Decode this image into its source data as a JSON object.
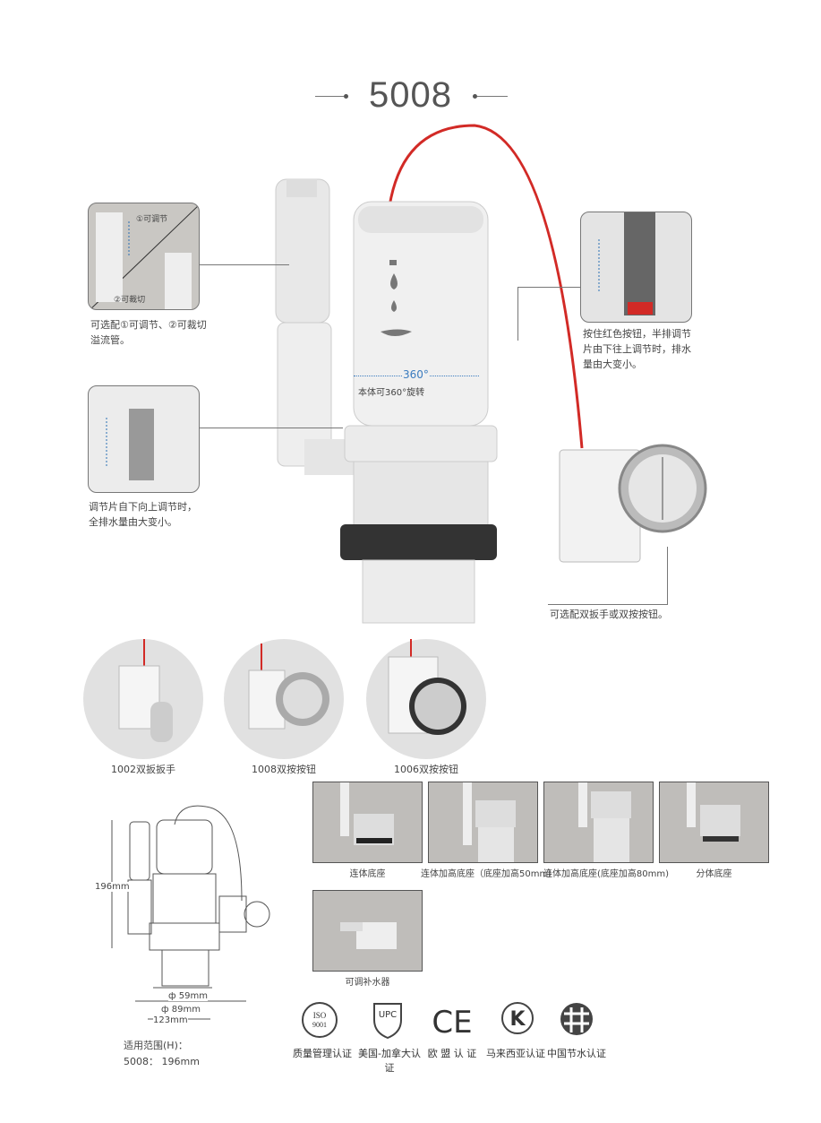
{
  "model": "5008",
  "callouts": {
    "overflow_tube": {
      "tag1": "①可调节",
      "tag2": "②可裁切",
      "caption": [
        "可选配①可调节、②可裁切",
        "溢流管。"
      ]
    },
    "adjust_plate": {
      "caption": [
        "调节片自下向上调节时，",
        "全排水量由大变小。"
      ]
    },
    "red_button": {
      "caption": [
        "按住红色按钮，半排调节",
        "片由下往上调节时，排水",
        "量由大变小。"
      ]
    },
    "rotation": {
      "angle": "360°",
      "caption": "本体可360°旋转"
    },
    "push_button": {
      "caption": "可选配双扳手或双按按钮。"
    }
  },
  "options": [
    {
      "label": "1002双扳扳手"
    },
    {
      "label": "1008双按按钮"
    },
    {
      "label": "1006双按按钮"
    }
  ],
  "bases": [
    {
      "label": "连体底座"
    },
    {
      "label": "连体加高底座（底座加高50mm）"
    },
    {
      "label": "连体加高底座(底座加高80mm)"
    },
    {
      "label": "分体底座"
    },
    {
      "label": "可调补水器"
    }
  ],
  "dimensions": {
    "height": "196mm",
    "d1": "ф 59mm",
    "d2": "ф 89mm",
    "width": "123mm",
    "range_label": "适用范围(H)：",
    "range_value": "5008： 196mm"
  },
  "certifications": [
    {
      "label": "质量管理认证",
      "logo": "ISO 9001"
    },
    {
      "label": "美国-加拿大认证",
      "logo": "UPC"
    },
    {
      "label": "欧 盟 认 证",
      "logo": "CE"
    },
    {
      "label": "马来西亚认证",
      "logo": "K-MARK"
    },
    {
      "label": "中国节水认证",
      "logo": "CWS"
    }
  ],
  "colors": {
    "red": "#d22a26",
    "text": "#444444"
  }
}
